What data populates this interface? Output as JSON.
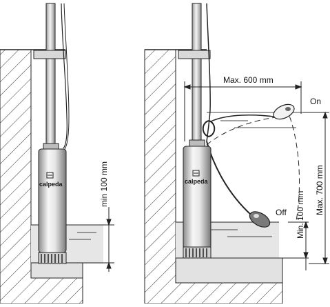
{
  "brand": "calpeda",
  "left_figure": {
    "min_label": "min 100 mm"
  },
  "right_figure": {
    "max_horizontal_label": "Max. 600 mm",
    "on_label": "On",
    "off_label": "Off",
    "min_label": "Min. 100 mm",
    "max_vertical_label": "Max. 700 mm"
  },
  "colors": {
    "line": "#1a1a1a",
    "pump_light": "#f4f4f4",
    "pump_dark": "#9a9a9a",
    "water": "#e6e6e6",
    "wall_fill": "#e2e2e2"
  }
}
